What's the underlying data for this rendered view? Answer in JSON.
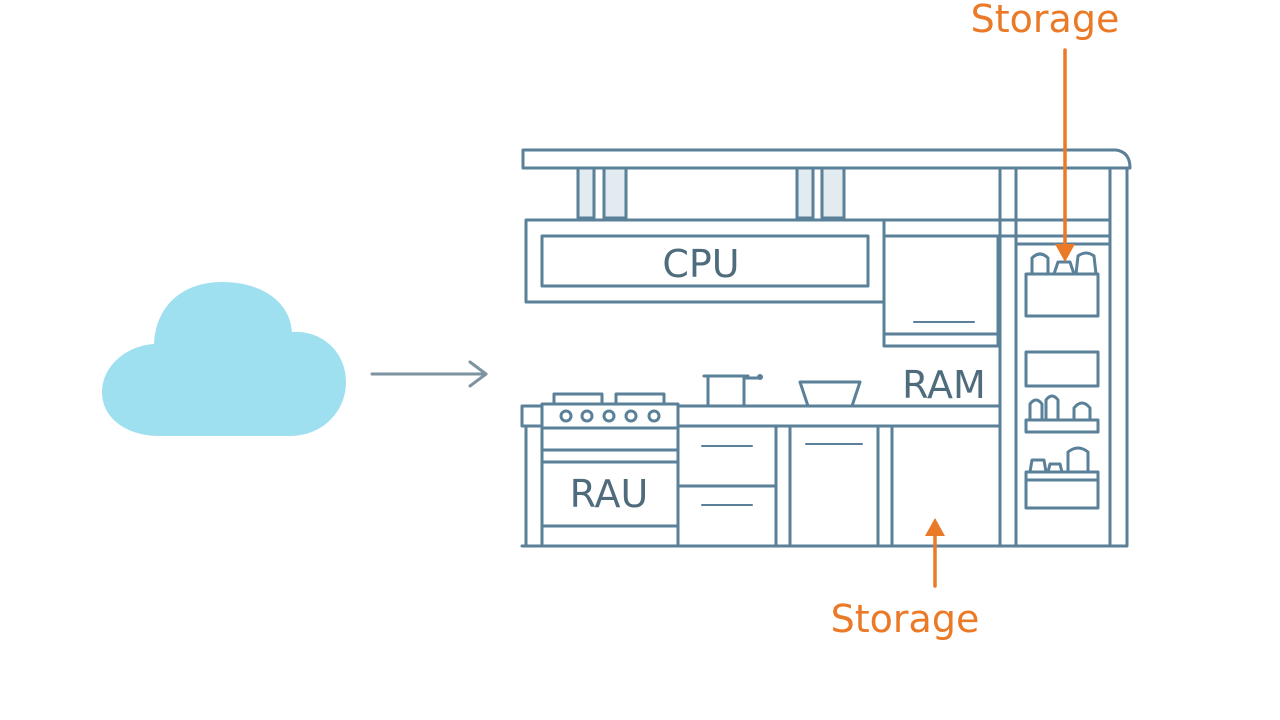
{
  "diagram": {
    "labels": {
      "cpu": "CPU",
      "ram": "RAM",
      "rau": "RAU",
      "storage_top": "Storage",
      "storage_bottom": "Storage"
    },
    "colors": {
      "line": "#5a8199",
      "cloud": "#9edff0",
      "accent": "#ea7a27",
      "arrow": "#7d939f"
    },
    "icons": {
      "cloud": "cloud-icon",
      "connector": "right-arrow-icon"
    }
  }
}
